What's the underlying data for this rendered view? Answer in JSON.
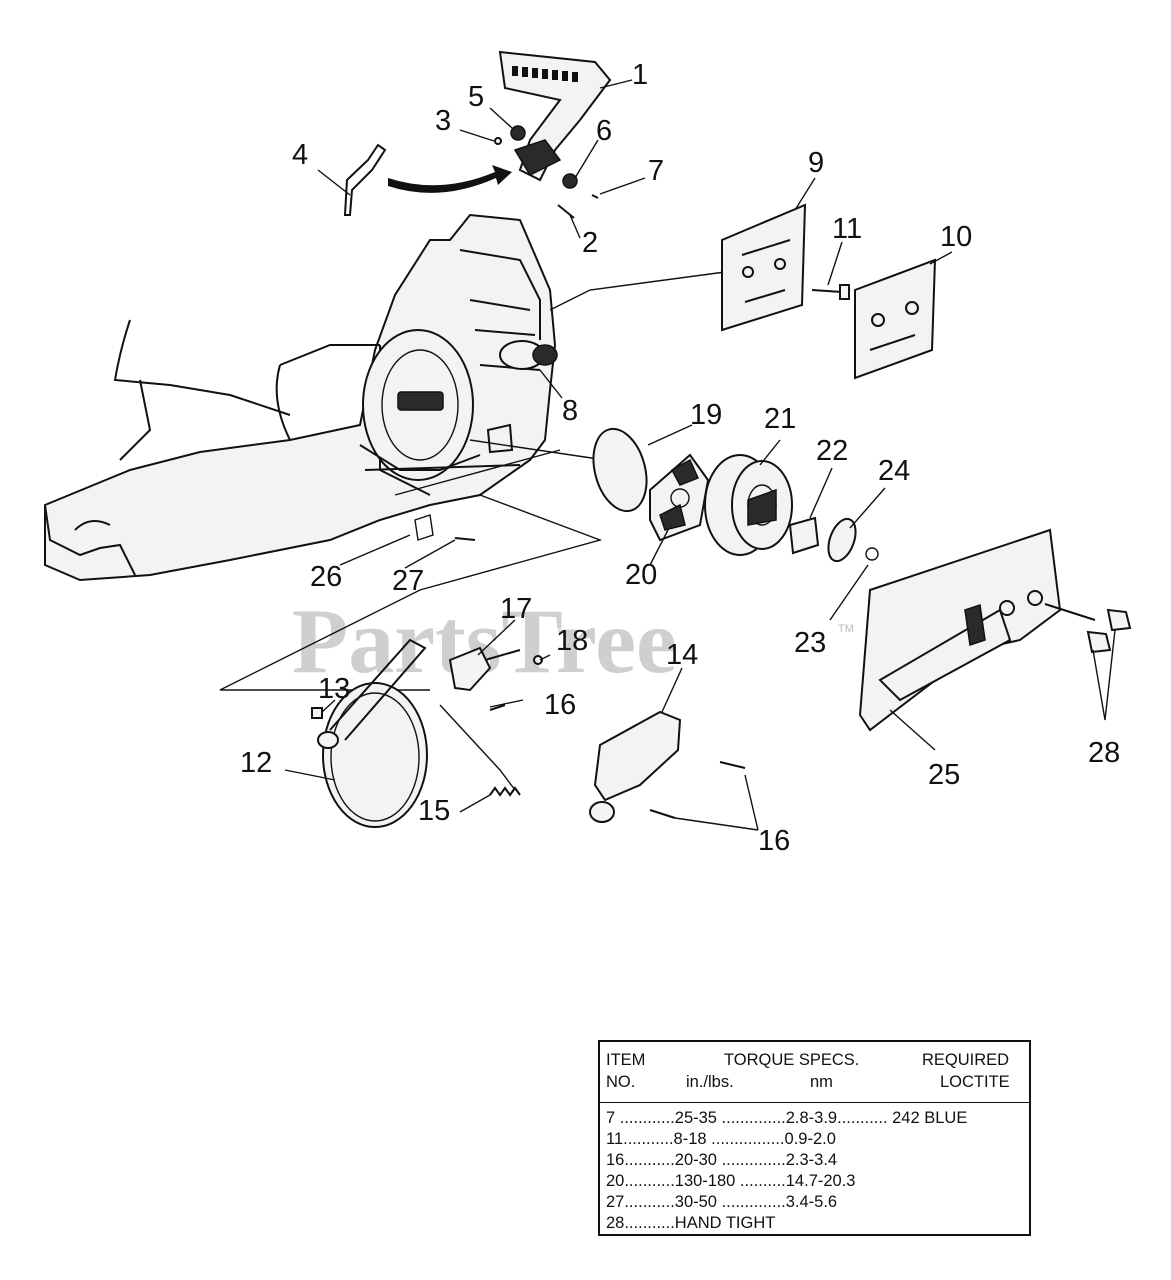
{
  "callouts": [
    {
      "id": "c1",
      "text": "1"
    },
    {
      "id": "c2",
      "text": "2"
    },
    {
      "id": "c3",
      "text": "3"
    },
    {
      "id": "c4",
      "text": "4"
    },
    {
      "id": "c5",
      "text": "5"
    },
    {
      "id": "c6",
      "text": "6"
    },
    {
      "id": "c7",
      "text": "7"
    },
    {
      "id": "c8",
      "text": "8"
    },
    {
      "id": "c9",
      "text": "9"
    },
    {
      "id": "c10",
      "text": "10"
    },
    {
      "id": "c11",
      "text": "11"
    },
    {
      "id": "c12",
      "text": "12"
    },
    {
      "id": "c13",
      "text": "13"
    },
    {
      "id": "c14",
      "text": "14"
    },
    {
      "id": "c15",
      "text": "15"
    },
    {
      "id": "c16a",
      "text": "16"
    },
    {
      "id": "c16b",
      "text": "16"
    },
    {
      "id": "c17",
      "text": "17"
    },
    {
      "id": "c18",
      "text": "18"
    },
    {
      "id": "c19",
      "text": "19"
    },
    {
      "id": "c20",
      "text": "20"
    },
    {
      "id": "c21",
      "text": "21"
    },
    {
      "id": "c22",
      "text": "22"
    },
    {
      "id": "c23",
      "text": "23"
    },
    {
      "id": "c24",
      "text": "24"
    },
    {
      "id": "c25",
      "text": "25"
    },
    {
      "id": "c26",
      "text": "26"
    },
    {
      "id": "c27",
      "text": "27"
    },
    {
      "id": "c28",
      "text": "28"
    }
  ],
  "watermark": {
    "text": "PartsTree",
    "tm": "TM"
  },
  "torque_table": {
    "header": {
      "item": "ITEM",
      "no": "NO.",
      "torque_specs": "TORQUE SPECS.",
      "in_lbs": "in./lbs.",
      "nm": "nm",
      "required": "REQUIRED",
      "loctite": "LOCTITE"
    },
    "rows": [
      "7 ............25-35 ..............2.8-3.9........... 242 BLUE",
      "11...........8-18 ................0.9-2.0",
      "16...........20-30 ..............2.3-3.4",
      "20...........130-180 ..........14.7-20.3",
      "27...........30-50 ..............3.4-5.6",
      "28...........HAND TIGHT"
    ]
  }
}
